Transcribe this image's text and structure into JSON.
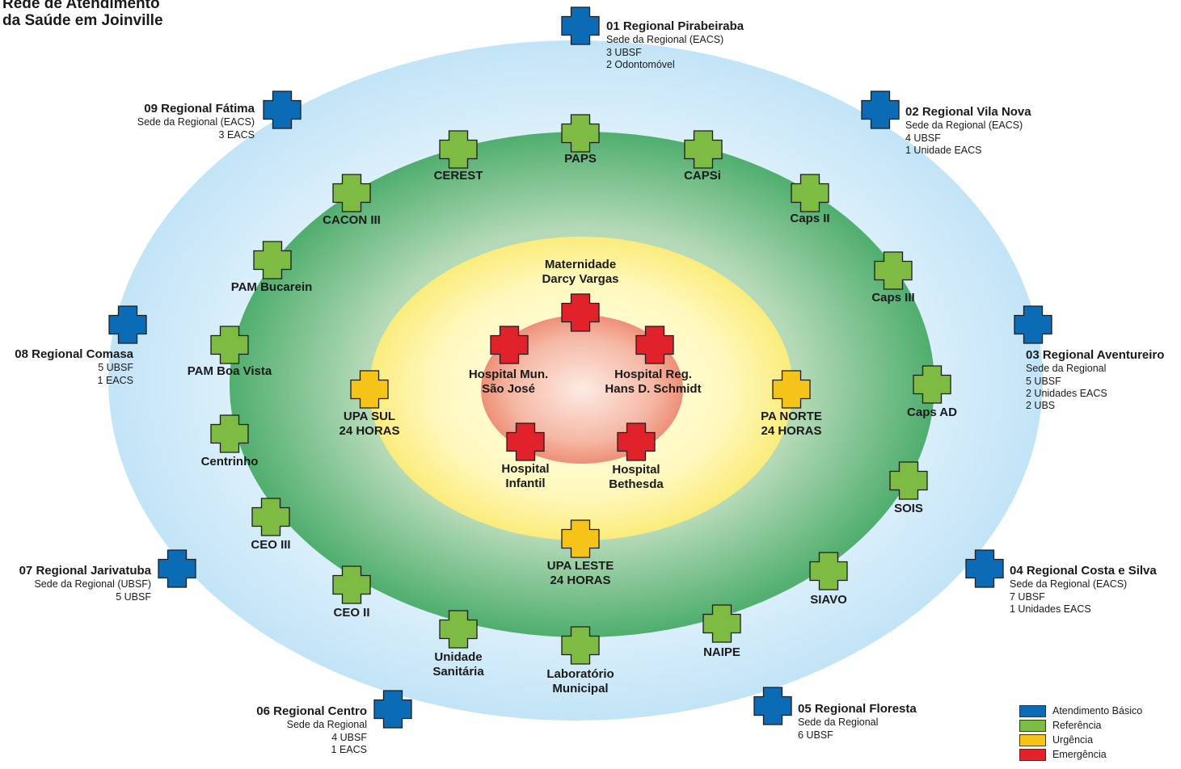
{
  "title": [
    "Rede de Atendimento",
    "da Saúde em Joinville"
  ],
  "colors": {
    "basic": "#0b6bb5",
    "reference": "#7dbb42",
    "urgency": "#f6c319",
    "emergency": "#e2222b"
  },
  "legend": [
    {
      "label": "Atendimento Básico",
      "category": "basic"
    },
    {
      "label": "Referência",
      "category": "reference"
    },
    {
      "label": "Urgência",
      "category": "urgency"
    },
    {
      "label": "Emergência",
      "category": "emergency"
    }
  ],
  "regionals": [
    {
      "name": "01 Regional Pirabeiraba",
      "lines": [
        "Sede da Regional (EACS)",
        "3 UBSF",
        "2 Odontomóvel"
      ]
    },
    {
      "name": "02 Regional Vila Nova",
      "lines": [
        "Sede da Regional (EACS)",
        "4 UBSF",
        "1 Unidade EACS"
      ]
    },
    {
      "name": "03 Regional Aventureiro",
      "lines": [
        "Sede da Regional",
        "5 UBSF",
        "2 Unidades EACS",
        "2 UBS"
      ]
    },
    {
      "name": "04 Regional Costa e Silva",
      "lines": [
        "Sede da Regional (EACS)",
        "7 UBSF",
        "1 Unidades EACS"
      ]
    },
    {
      "name": "05 Regional Floresta",
      "lines": [
        "Sede da Regional",
        "6 UBSF"
      ]
    },
    {
      "name": "06 Regional Centro",
      "lines": [
        "Sede da Regional",
        "4 UBSF",
        "1 EACS"
      ]
    },
    {
      "name": "07 Regional Jarivatuba",
      "lines": [
        "Sede da Regional (UBSF)",
        "5 UBSF"
      ]
    },
    {
      "name": "08 Regional Comasa",
      "lines": [
        "5 UBSF",
        "1 EACS"
      ]
    },
    {
      "name": "09 Regional Fátima",
      "lines": [
        "Sede da Regional (EACS)",
        "3 EACS"
      ]
    }
  ],
  "references": [
    {
      "lines": [
        "PAPS"
      ]
    },
    {
      "lines": [
        "CEREST"
      ]
    },
    {
      "lines": [
        "CAPSi"
      ]
    },
    {
      "lines": [
        "CACON III"
      ]
    },
    {
      "lines": [
        "Caps II"
      ]
    },
    {
      "lines": [
        "PAM Bucarein"
      ]
    },
    {
      "lines": [
        "Caps III"
      ]
    },
    {
      "lines": [
        "PAM Boa Vista"
      ]
    },
    {
      "lines": [
        "Caps AD"
      ]
    },
    {
      "lines": [
        "Centrinho"
      ]
    },
    {
      "lines": [
        "SOIS"
      ]
    },
    {
      "lines": [
        "CEO III"
      ]
    },
    {
      "lines": [
        "SIAVO"
      ]
    },
    {
      "lines": [
        "CEO II"
      ]
    },
    {
      "lines": [
        "NAIPE"
      ]
    },
    {
      "lines": [
        "Unidade",
        "Sanitária"
      ]
    },
    {
      "lines": [
        "Laboratório",
        "Municipal"
      ]
    }
  ],
  "urgencies": [
    {
      "lines": [
        "UPA SUL",
        "24 HORAS"
      ]
    },
    {
      "lines": [
        "PA NORTE",
        "24 HORAS"
      ]
    },
    {
      "lines": [
        "UPA LESTE",
        "24 HORAS"
      ]
    }
  ],
  "emergencies": [
    {
      "lines": [
        "Maternidade",
        "Darcy Vargas"
      ]
    },
    {
      "lines": [
        "Hospital Mun.",
        "São José"
      ]
    },
    {
      "lines": [
        "Hospital Reg.",
        "Hans D. Schmidt"
      ]
    },
    {
      "lines": [
        "Hospital",
        "Infantil"
      ]
    },
    {
      "lines": [
        "Hospital",
        "Bethesda"
      ]
    }
  ]
}
